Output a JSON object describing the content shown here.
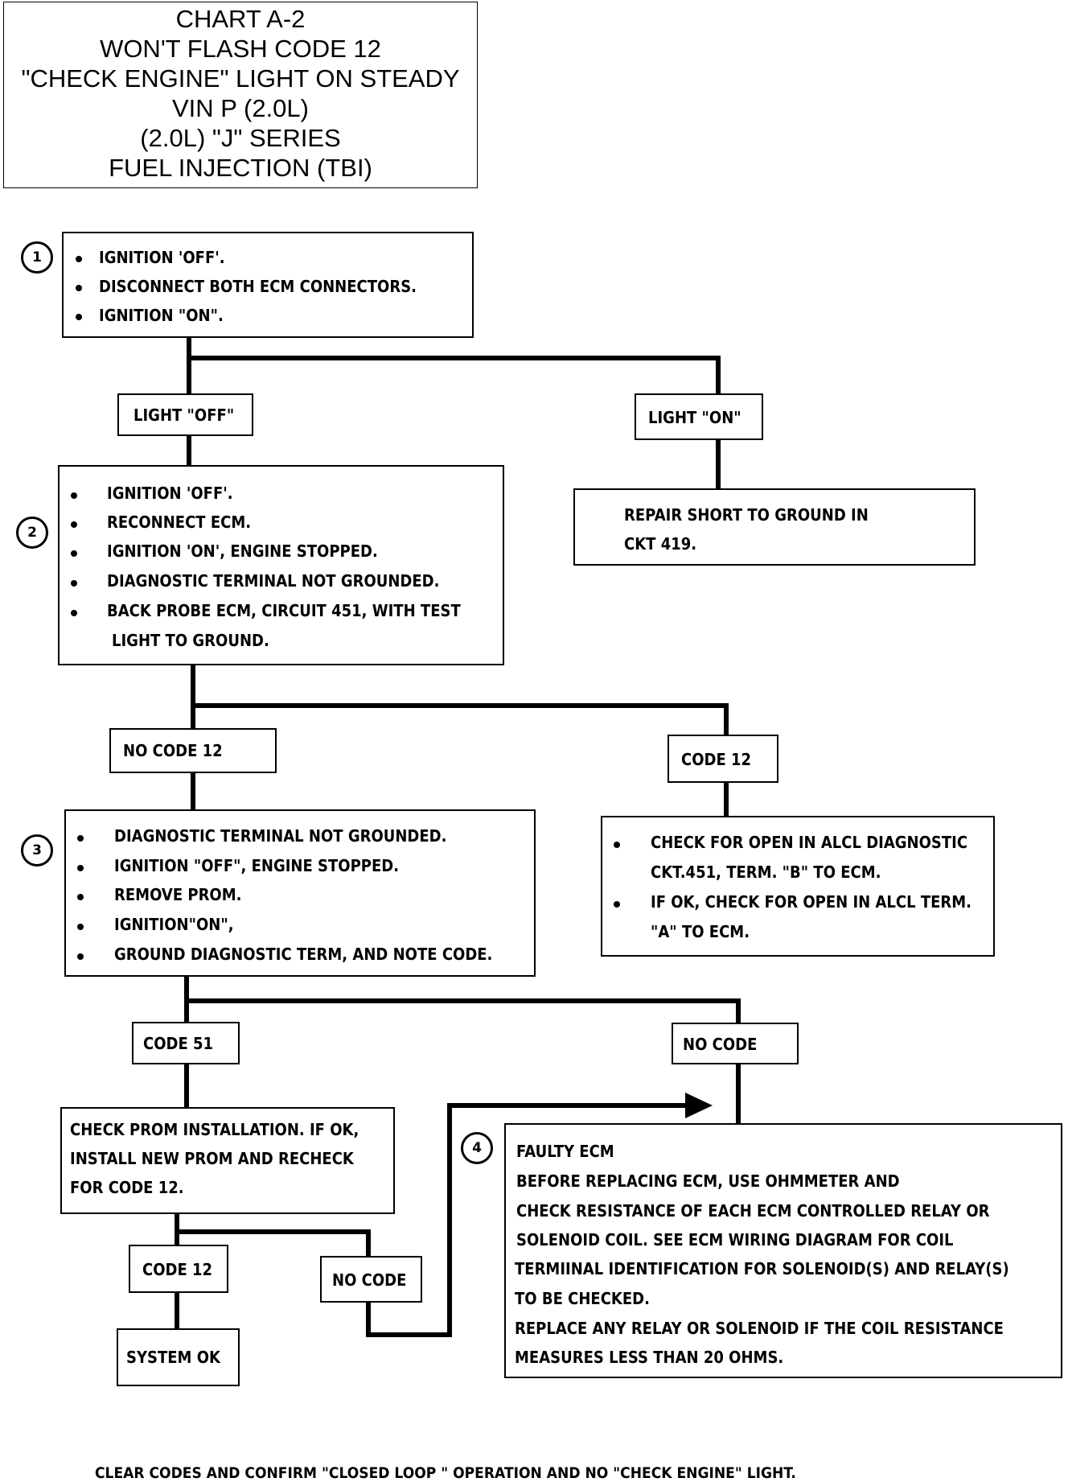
{
  "title": {
    "lines": [
      "CHART A-2",
      "WON'T FLASH CODE 12",
      "\"CHECK ENGINE\" LIGHT ON STEADY",
      "VIN P (2.0L)",
      "(2.0L) \"J\" SERIES",
      "FUEL INJECTION (TBI)"
    ]
  },
  "step1": {
    "number": "1",
    "items": [
      "IGNITION 'OFF'.",
      "DISCONNECT BOTH ECM CONNECTORS.",
      "IGNITION \"ON\"."
    ]
  },
  "light_off": "LIGHT \"OFF\"",
  "light_on": "LIGHT \"ON\"",
  "repair_short": [
    "REPAIR SHORT TO GROUND IN",
    "CKT 419."
  ],
  "step2": {
    "number": "2",
    "items": [
      "IGNITION 'OFF'.",
      "RECONNECT ECM.",
      "IGNITION 'ON', ENGINE STOPPED.",
      "DIAGNOSTIC TERMINAL NOT GROUNDED.",
      "BACK PROBE  ECM, CIRCUIT 451, WITH TEST"
    ],
    "continuation": "LIGHT TO GROUND."
  },
  "no_code_12": "NO CODE 12",
  "code_12_a": "CODE 12",
  "alcl_check": {
    "items": [
      "CHECK FOR OPEN IN ALCL DIAGNOSTIC",
      "IF OK, CHECK FOR OPEN IN ALCL TERM."
    ],
    "continuations": [
      "CKT.451, TERM. \"B\" TO ECM.",
      "\"A\" TO ECM."
    ]
  },
  "step3": {
    "number": "3",
    "items": [
      "DIAGNOSTIC TERMINAL NOT GROUNDED.",
      "IGNITION \"OFF\", ENGINE STOPPED.",
      "REMOVE PROM.",
      "IGNITION\"ON\",",
      "GROUND DIAGNOSTIC TERM, AND NOTE CODE."
    ]
  },
  "code_51": "CODE 51",
  "no_code_a": "NO CODE",
  "prom_check": [
    "CHECK PROM INSTALLATION.  IF OK,",
    "INSTALL NEW PROM AND RECHECK",
    "FOR CODE 12."
  ],
  "code_12_b": "CODE 12",
  "no_code_b": "NO CODE",
  "system_ok": "SYSTEM OK",
  "step4": {
    "number": "4",
    "lines": [
      "FAULTY ECM",
      "BEFORE REPLACING ECM, USE  OHMMETER AND",
      "CHECK RESISTANCE   OF EACH ECM CONTROLLED RELAY OR",
      "SOLENOID  COIL.  SEE ECM WIRING DIAGRAM FOR COIL",
      "TERMIINAL IDENTIFICATION FOR SOLENOID(S)  AND RELAY(S)",
      "TO BE CHECKED.",
      "REPLACE ANY RELAY OR SOLENOID IF THE COIL RESISTANCE",
      "MEASURES LESS THAN 20 OHMS."
    ]
  },
  "footer": "CLEAR CODES AND CONFIRM \"CLOSED LOOP \" OPERATION AND NO \"CHECK ENGINE\" LIGHT."
}
